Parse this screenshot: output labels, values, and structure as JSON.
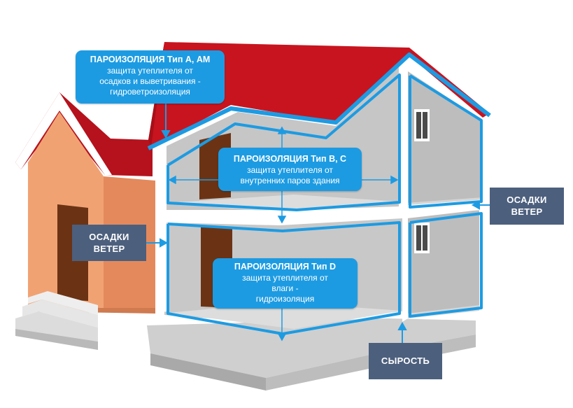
{
  "callouts": {
    "type_a": {
      "title": "ПАРОИЗОЛЯЦИЯ Тип А, АМ",
      "lines": [
        "защита утеплителя от",
        "осадков и выветривания -",
        "гидроветроизоляция"
      ]
    },
    "type_bc": {
      "title": "ПАРОИЗОЛЯЦИЯ Тип В, С",
      "lines": [
        "защита утеплителя от",
        "внутренних паров здания"
      ]
    },
    "type_d": {
      "title": "ПАРОИЗОЛЯЦИЯ Тип D",
      "lines": [
        "защита утеплителя от",
        "влаги -",
        "гидроизоляция"
      ]
    }
  },
  "tags": {
    "weather_left": [
      "ОСАДКИ",
      "ВЕТЕР"
    ],
    "weather_right": [
      "ОСАДКИ",
      "ВЕТЕР"
    ],
    "dampness": "СЫРОСТЬ"
  },
  "colors": {
    "membrane": "#1d9be2",
    "tag_bg": "#4c5f7d",
    "roof": "#c8141f",
    "facade": "#f3a774",
    "interior": "#c9c9c9"
  }
}
